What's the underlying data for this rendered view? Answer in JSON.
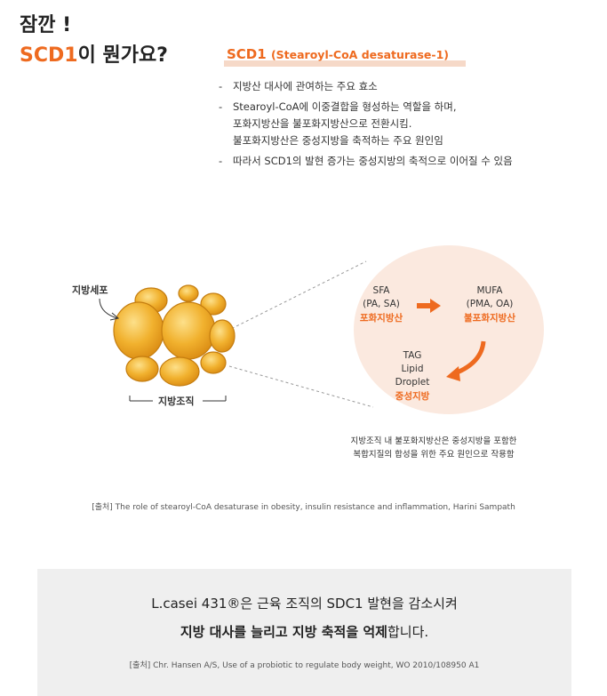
{
  "header": {
    "line1": "잠깐 !",
    "line2_accent": "SCD1",
    "line2_rest": "이 뭔가요?",
    "subtitle_main": "SCD1",
    "subtitle_paren": "(Stearoyl-CoA desaturase-1)"
  },
  "bullets": [
    {
      "dash": "-",
      "text": "지방산 대사에 관여하는 주요 효소"
    },
    {
      "dash": "-",
      "text": "Stearoyl-CoA에 이중결합을 형성하는 역할을 하며,\n포화지방산을 불포화지방산으로 전환시킴.\n불포화지방산은 중성지방을 축적하는 주요 원인임"
    },
    {
      "dash": "-",
      "text": "따라서 SCD1의 발현 증가는 중성지방의 축적으로 이어질 수 있음"
    }
  ],
  "diagram": {
    "fat_cell_label": "지방세포",
    "tissue_label": "지방조직",
    "sfa": {
      "title": "SFA",
      "detail": "(PA, SA)",
      "korean": "포화지방산"
    },
    "mufa": {
      "title": "MUFA",
      "detail": "(PMA, OA)",
      "korean": "불포화지방산"
    },
    "tag": {
      "line1": "TAG",
      "line2": "Lipid",
      "line3": "Droplet",
      "korean": "중성지방"
    },
    "caption_line1": "지방조직 내 불포화지방산은 중성지방을 포함한",
    "caption_line2": "복합지질의 합성을 위한 주요 원인으로 작용함"
  },
  "source1": "[출처] The role of stearoyl-CoA desaturase in obesity, insulin resistance and inflammation, Harini Sampath",
  "summary": {
    "line1": "L.casei 431®은 근육 조직의 SDC1 발현을 감소시켜",
    "line2_bold": "지방 대사를 늘리고 지방 축적을 억제",
    "line2_rest": "합니다.",
    "source": "[출처] Chr. Hansen A/S, Use of a probiotic to regulate body weight, WO 2010/108950 A1"
  },
  "colors": {
    "accent": "#ee6a1f",
    "circle": "#fbe9df",
    "fat_cell": "#f1b12e",
    "summary_bg": "#efefef"
  }
}
